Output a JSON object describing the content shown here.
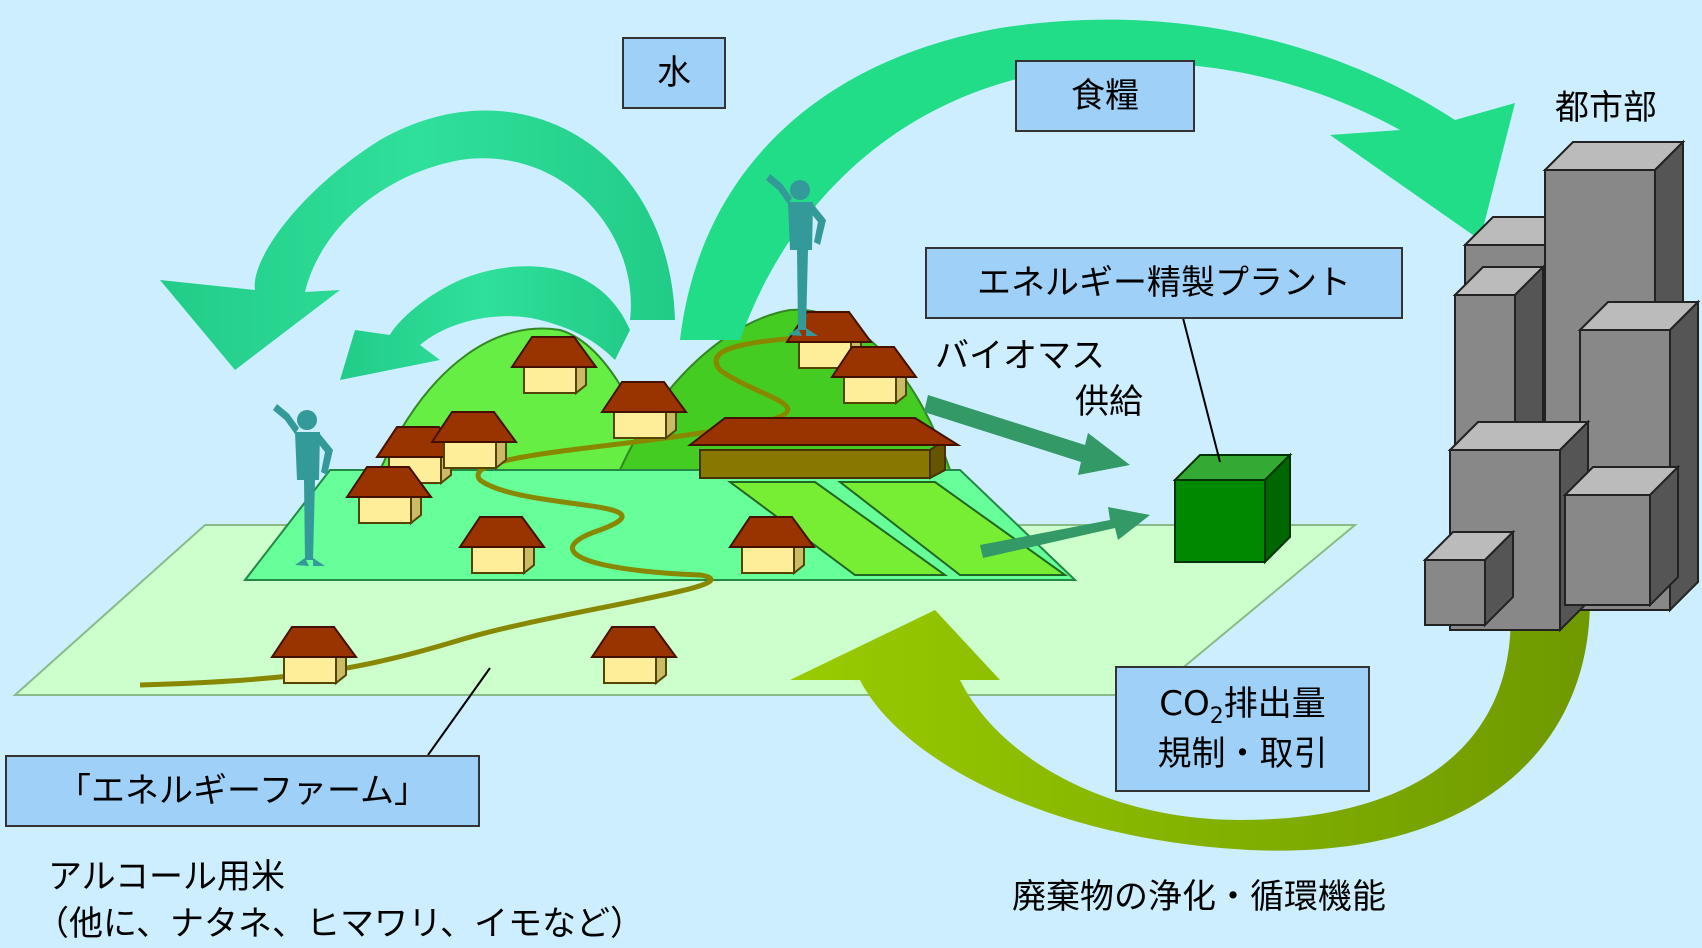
{
  "labels": {
    "water": "水",
    "food": "食糧",
    "city": "都市部",
    "plant": "エネルギー精製プラント",
    "biomass_line1": "バイオマス",
    "biomass_line2": "供給",
    "co2_prefix": "CO",
    "co2_sub": "2",
    "co2_rest": "排出量",
    "co2_line2": "規制・取引",
    "energy_farm": "「エネルギーファーム」",
    "crop_line1": "アルコール用米",
    "crop_line2": "（他に、ナタネ、ヒマワリ、イモなど）",
    "waste": "廃棄物の浄化・循環機能"
  },
  "colors": {
    "background": "#cceeff",
    "label_box": "#9fd0f7",
    "green_arrow": "#33ee99",
    "yellow_green_arrow": "#99cc00",
    "hill": "#66ee44",
    "field": "#66ff99",
    "ground": "#ccffcc",
    "plant_box": "#008800",
    "building": "#888888"
  }
}
